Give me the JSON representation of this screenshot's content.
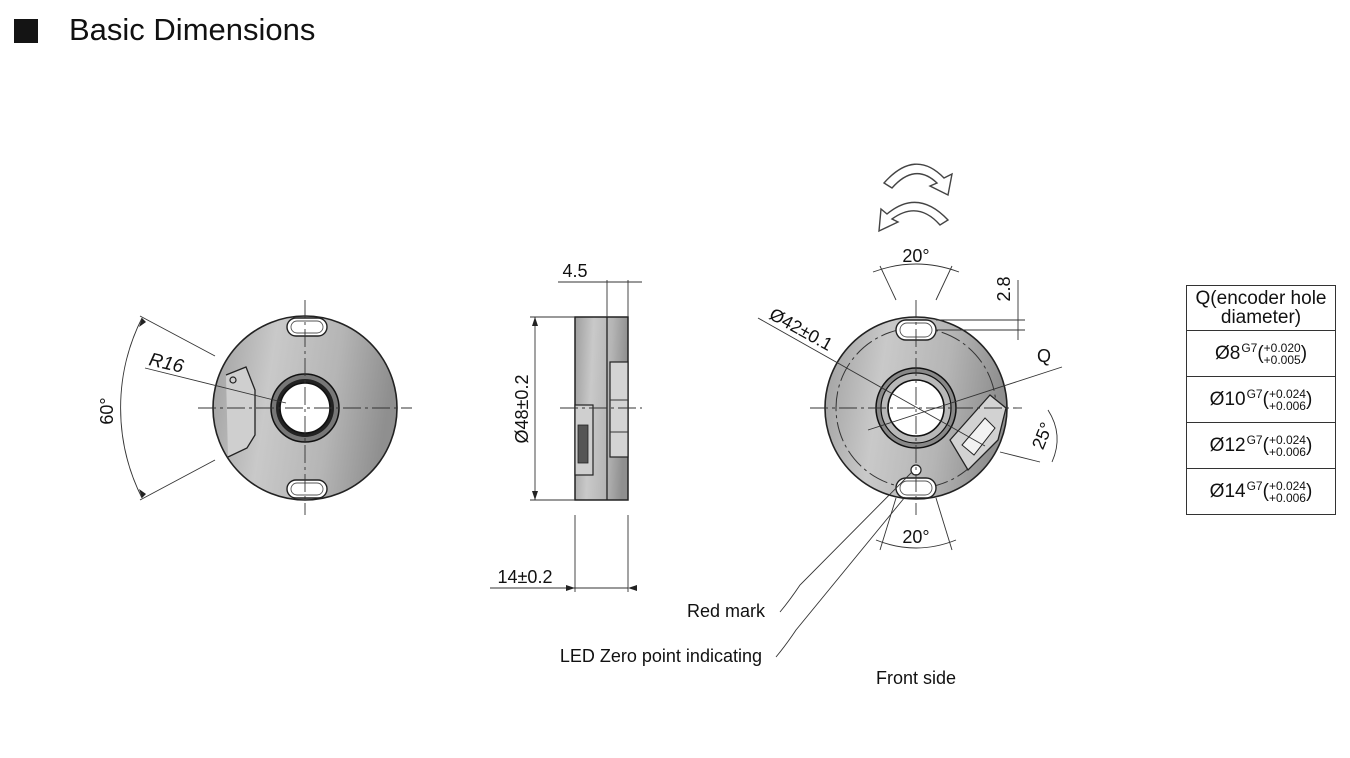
{
  "header": {
    "title": "Basic Dimensions"
  },
  "side_view": {
    "dim_thickness_top": "4.5",
    "dim_diameter": "Ø48±0.2",
    "dim_width": "14±0.2"
  },
  "back_view": {
    "dim_angle": "60°",
    "dim_radius": "R16"
  },
  "front_view": {
    "dim_angle_top": "20°",
    "dim_slot_offset": "2.8",
    "dim_pcd": "Ø42±0.1",
    "label_q": "Q",
    "dim_angle_right": "25°",
    "dim_angle_bottom": "20°",
    "caption": "Front side"
  },
  "callouts": {
    "red_mark": "Red mark",
    "led": "LED Zero point indicating"
  },
  "table": {
    "header": "Q(encoder hole diameter)",
    "rows": [
      {
        "base": "Ø8",
        "fit": "G7",
        "upper": "+0.020",
        "lower": "+0.005"
      },
      {
        "base": "Ø10",
        "fit": "G7",
        "upper": "+0.024",
        "lower": "+0.006"
      },
      {
        "base": "Ø12",
        "fit": "G7",
        "upper": "+0.024",
        "lower": "+0.006"
      },
      {
        "base": "Ø14",
        "fit": "G7",
        "upper": "+0.024",
        "lower": "+0.006"
      }
    ]
  },
  "colors": {
    "body": "#bdbdbd",
    "line": "#222222",
    "square": "#141414"
  }
}
